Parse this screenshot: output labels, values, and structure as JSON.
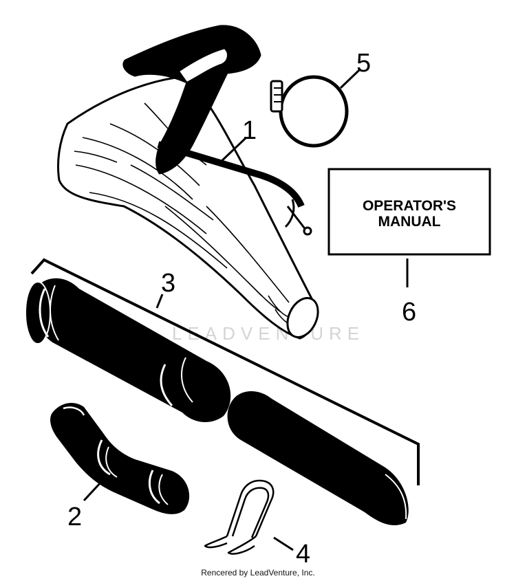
{
  "callouts": {
    "bag": "1",
    "elbow_tube": "2",
    "tubes": "3",
    "clip": "4",
    "clamp": "5",
    "manual": "6"
  },
  "manual_box": {
    "line1": "OPERATOR'S",
    "line2": "MANUAL"
  },
  "watermark": "LEADVENTURE",
  "footer": "Rencered by LeadVenture, Inc."
}
